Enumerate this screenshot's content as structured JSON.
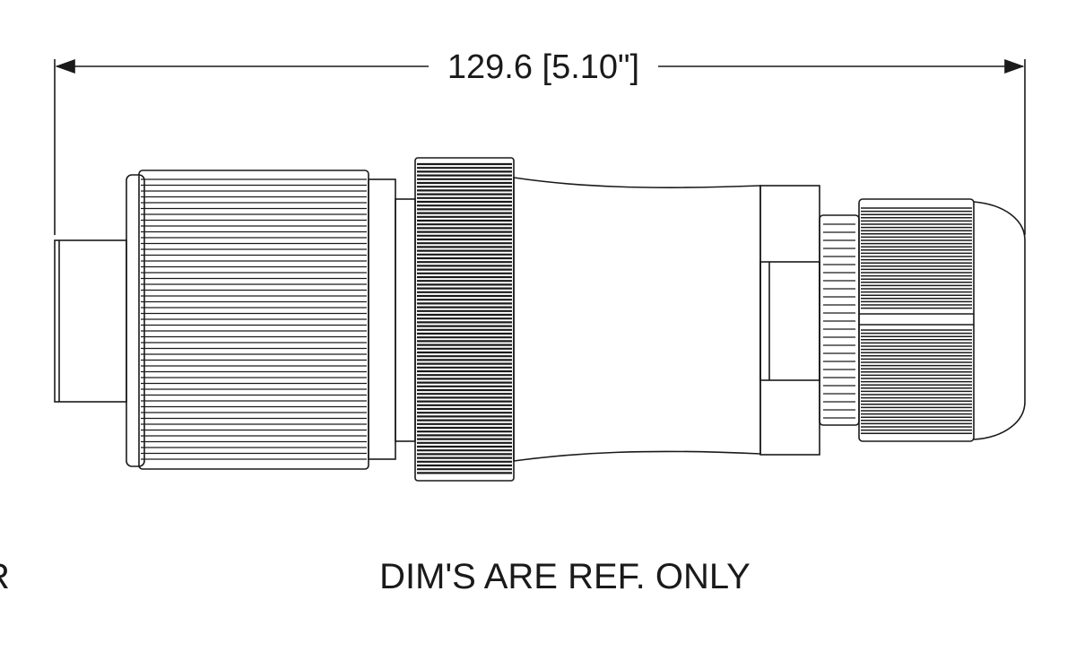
{
  "dimension": {
    "label": "129.6 [5.10\"]"
  },
  "notes": {
    "reference": "DIM'S ARE REF. ONLY",
    "cropped_edge_char": "R"
  },
  "colors": {
    "line": "#1a1a1a",
    "paper": "#ffffff"
  }
}
